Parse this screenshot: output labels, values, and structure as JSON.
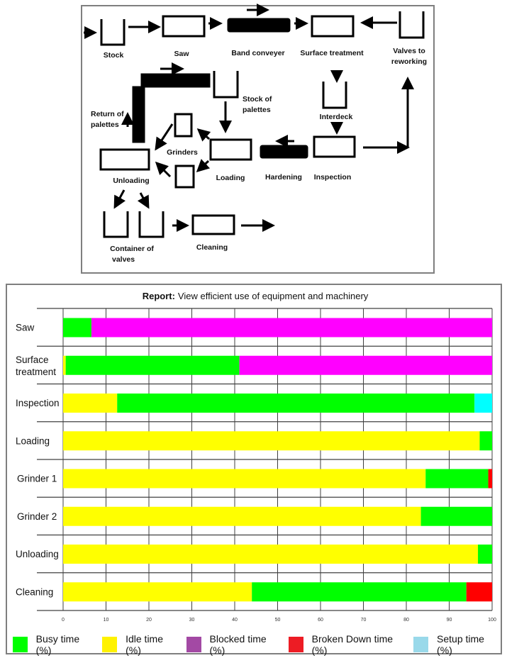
{
  "diagram": {
    "stock": "Stock",
    "saw": "Saw",
    "band_conveyer": "Band conveyer",
    "surface_treatment": "Surface treatment",
    "valves_to_reworking": [
      "Valves to",
      "reworking"
    ],
    "stock_of_palettes": [
      "Stock of",
      "palettes"
    ],
    "return_of_palettes": [
      "Return of",
      "palettes"
    ],
    "interdeck": "Interdeck",
    "grinders": "Grinders",
    "unloading": "Unloading",
    "loading": "Loading",
    "hardening": "Hardening",
    "inspection": "Inspection",
    "container_of_valves": [
      "Container of",
      "valves"
    ],
    "cleaning": "Cleaning"
  },
  "chart_data": {
    "type": "bar",
    "orientation": "horizontal",
    "stacked": true,
    "title_bold": "Report:",
    "title": "View efficient use of equipment and machinery",
    "categories": [
      "Saw",
      "Surface treatment",
      "Inspection",
      "Loading",
      "Grinder 1",
      "Grinder 2",
      "Unloading",
      "Cleaning"
    ],
    "series": [
      {
        "name": "Busy time (%)",
        "color": "#00ff00",
        "legend_color": "#00ff00",
        "values": [
          6.6,
          40.5,
          83.3,
          2.9,
          14.6,
          16.6,
          3.3,
          50.0
        ]
      },
      {
        "name": "Idle time (%)",
        "color": "#ffff00",
        "legend_color": "#fff200",
        "values": [
          0,
          0.6,
          12.6,
          97.1,
          84.5,
          83.4,
          96.7,
          44.0
        ]
      },
      {
        "name": "Blocked time (%)",
        "color": "#ff00ff",
        "legend_color": "#a349a4",
        "values": [
          93.4,
          58.9,
          0,
          0,
          0,
          0,
          0,
          0
        ]
      },
      {
        "name": "Broken Down time (%)",
        "color": "#ff0000",
        "legend_color": "#ed1c24",
        "values": [
          0,
          0,
          0,
          0,
          0.9,
          0,
          0,
          6.0
        ]
      },
      {
        "name": "Setup time (%)",
        "color": "#00ffff",
        "legend_color": "#99d9ea",
        "values": [
          0,
          0,
          4.1,
          0,
          0,
          0,
          0,
          0
        ]
      }
    ],
    "stack_order": [
      "Idle time (%)",
      "Busy time (%)",
      "Blocked time (%)",
      "Broken Down time (%)",
      "Setup time (%)"
    ],
    "xlim": [
      0,
      100
    ],
    "xticks": [
      "0",
      "10",
      "20",
      "30",
      "40",
      "50",
      "60",
      "70",
      "80",
      "90",
      "100"
    ],
    "grid": true,
    "legend_position": "bottom"
  }
}
